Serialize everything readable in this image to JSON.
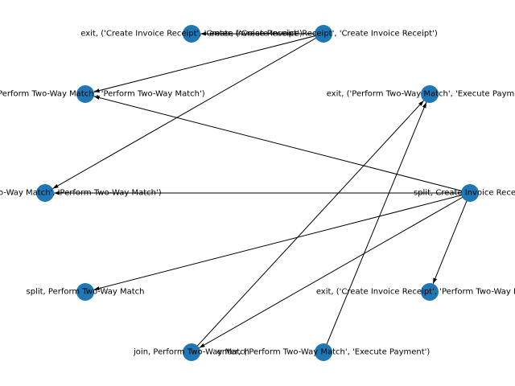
{
  "graph": {
    "node_color": "#1f77b4",
    "edge_color": "#000000",
    "nodes": [
      {
        "id": "n1",
        "label": "exit, ('Create Invoice Receipt', 'Create Invoice Receipt')"
      },
      {
        "id": "n2",
        "label": "enter, ('Create Invoice Receipt', 'Create Invoice Receipt')"
      },
      {
        "id": "n3",
        "label": "enter, ('Perform Two-Way Match', 'Perform Two-Way Match')"
      },
      {
        "id": "n4",
        "label": "exit, ('Perform Two-Way Match', 'Execute Payment')"
      },
      {
        "id": "n5",
        "label": "exit, ('Perform Two-Way Match', 'Perform Two-Way Match')"
      },
      {
        "id": "n6",
        "label": "split, Create Invoice Receipt"
      },
      {
        "id": "n7",
        "label": "split, Perform Two-Way Match"
      },
      {
        "id": "n8",
        "label": "exit, ('Create Invoice Receipt', 'Perform Two-Way Match')"
      },
      {
        "id": "n9",
        "label": "join, Perform Two-Way Match"
      },
      {
        "id": "n10",
        "label": "enter, ('Perform Two-Way Match', 'Execute Payment')"
      }
    ],
    "edges": [
      {
        "from": "n2",
        "to": "n1"
      },
      {
        "from": "n2",
        "to": "n3"
      },
      {
        "from": "n2",
        "to": "n5"
      },
      {
        "from": "n6",
        "to": "n3"
      },
      {
        "from": "n6",
        "to": "n5"
      },
      {
        "from": "n6",
        "to": "n7"
      },
      {
        "from": "n6",
        "to": "n8"
      },
      {
        "from": "n6",
        "to": "n9"
      },
      {
        "from": "n9",
        "to": "n4"
      },
      {
        "from": "n10",
        "to": "n4"
      }
    ]
  }
}
